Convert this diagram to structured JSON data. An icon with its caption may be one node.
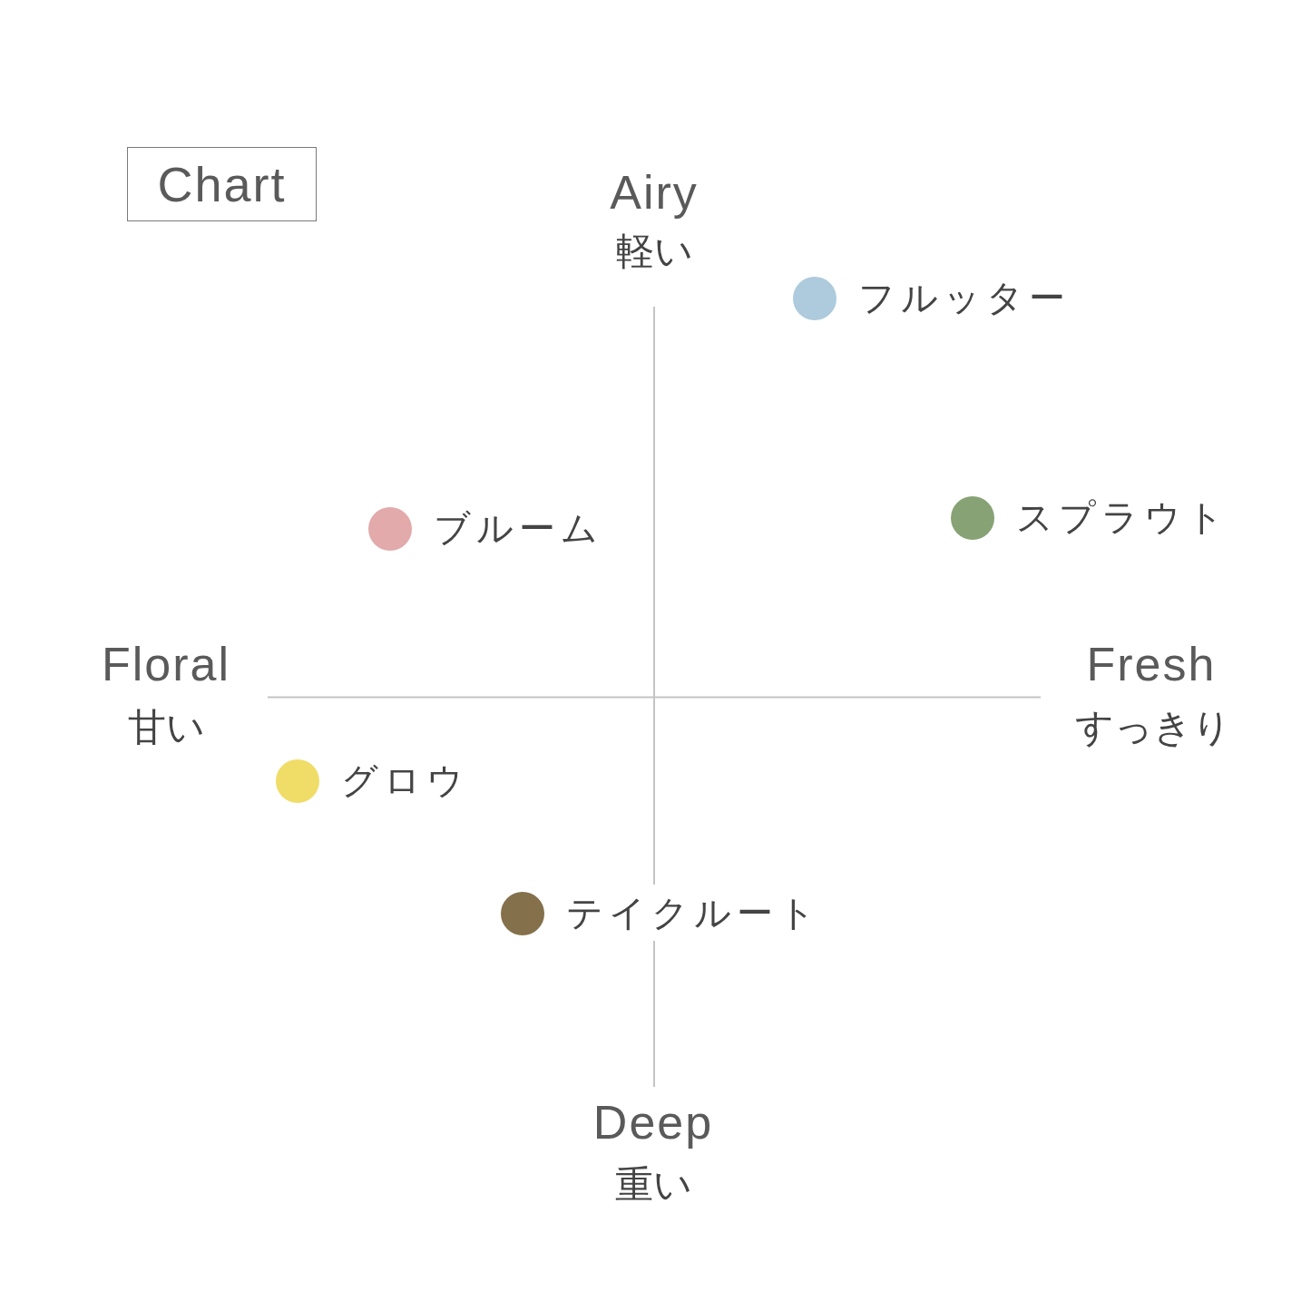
{
  "diagram": {
    "title": "Chart",
    "nodes": [
      {
        "text": [],
        "shape": "circle",
        "beside": [
          "フルッター"
        ]
      },
      {
        "text": [],
        "shape": "circle",
        "beside": [
          "ブルーム"
        ]
      },
      {
        "text": [],
        "shape": "circle",
        "beside": [
          "スプラウト"
        ]
      },
      {
        "text": [],
        "shape": "circle",
        "beside": [
          "グロウ"
        ]
      },
      {
        "text": [],
        "shape": "circle",
        "beside": [
          "テイクルート"
        ]
      }
    ],
    "labels": [
      "Airy",
      "軽い",
      "Floral",
      "Fresh",
      "甘い",
      "すっきり",
      "Deep",
      "重い"
    ]
  }
}
